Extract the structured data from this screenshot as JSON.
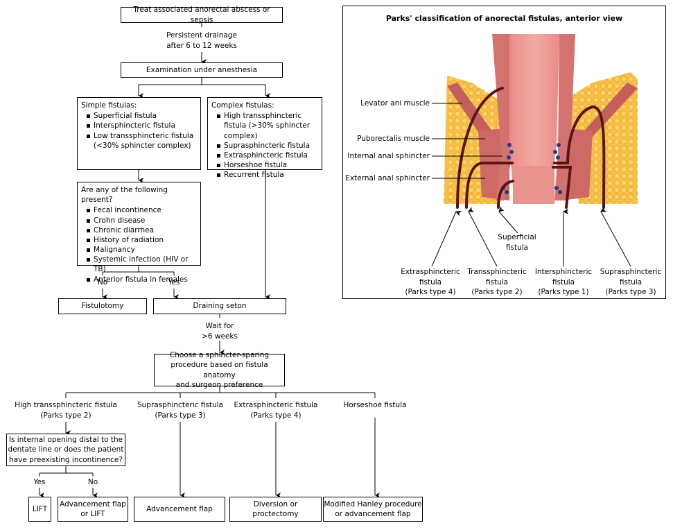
{
  "flowchart": {
    "start": "Treat associated anorectal abscess or sepsis",
    "persist_label": [
      "Persistent drainage",
      "after 6 to 12 weeks"
    ],
    "exam": "Examination under anesthesia",
    "simple": {
      "title": "Simple fistulas:",
      "items": [
        "Superficial fistula",
        "Intersphincteric fistula",
        "Low transsphincteric fistula (<30% sphincter complex)"
      ]
    },
    "complex": {
      "title": "Complex fistulas:",
      "items": [
        "High transsphincteric fistula (>30% sphincter complex)",
        "Suprasphincteric fistula",
        "Extrasphincteric fistula",
        "Horseshoe fistula",
        "Recurrent fistula"
      ]
    },
    "question1": {
      "title": "Are any of the following present?",
      "items": [
        "Fecal incontinence",
        "Crohn disease",
        "Chronic diarrhea",
        "History of radiation",
        "Malignancy",
        "Systemic infection (HIV or TB)",
        "Anterior fistula in females"
      ]
    },
    "no_label": "No",
    "yes_label": "Yes",
    "fistulotomy": "Fistulotomy",
    "seton": "Draining seton",
    "wait_label": [
      "Wait for",
      ">6 weeks"
    ],
    "choose": [
      "Choose a sphincter-sparing",
      "procedure based on fistula anatomy",
      "and surgeon preference"
    ],
    "branches": [
      {
        "name": [
          "High transsphincteric fistula",
          "(Parks type 2)"
        ]
      },
      {
        "name": [
          "Suprasphincteric fistula",
          "(Parks type 3)"
        ],
        "outcome": [
          "Advancement flap"
        ]
      },
      {
        "name": [
          "Extrasphincteric fistula",
          "(Parks type 4)"
        ],
        "outcome": [
          "Diversion or",
          "proctectomy"
        ]
      },
      {
        "name": [
          "Horseshoe fistula"
        ],
        "outcome": [
          "Modified Hanley procedure",
          "or advancement flap"
        ]
      }
    ],
    "question2": [
      "Is internal opening distal to the",
      "dentate line or does the patient",
      "have preexisting incontinence?"
    ],
    "q2_yes": "Yes",
    "q2_no": "No",
    "lift": "LIFT",
    "adv_or_lift": [
      "Advancement flap",
      "or LIFT"
    ]
  },
  "anatomy": {
    "title": "Parks' classification of anorectal fistulas, anterior view",
    "left_labels": [
      "Levator ani muscle",
      "Puborectalis muscle",
      "Internal anal sphincter",
      "External anal sphincter"
    ],
    "superficial": [
      "Superficial",
      "fistula"
    ],
    "bottom_labels": [
      [
        "Extrasphincteric",
        "fistula",
        "(Parks type 4)"
      ],
      [
        "Transsphincteric",
        "fistula",
        "(Parks type 2)"
      ],
      [
        "Intersphincteric",
        "fistula",
        "(Parks type 1)"
      ],
      [
        "Suprasphincteric",
        "fistula",
        "(Parks type 3)"
      ]
    ],
    "colors": {
      "fat": "#f5b83a",
      "muscle": "#c9605e",
      "mucosa": "#ee9c97",
      "fistula": "#5a1414",
      "gland": "#1f3c8a"
    }
  }
}
